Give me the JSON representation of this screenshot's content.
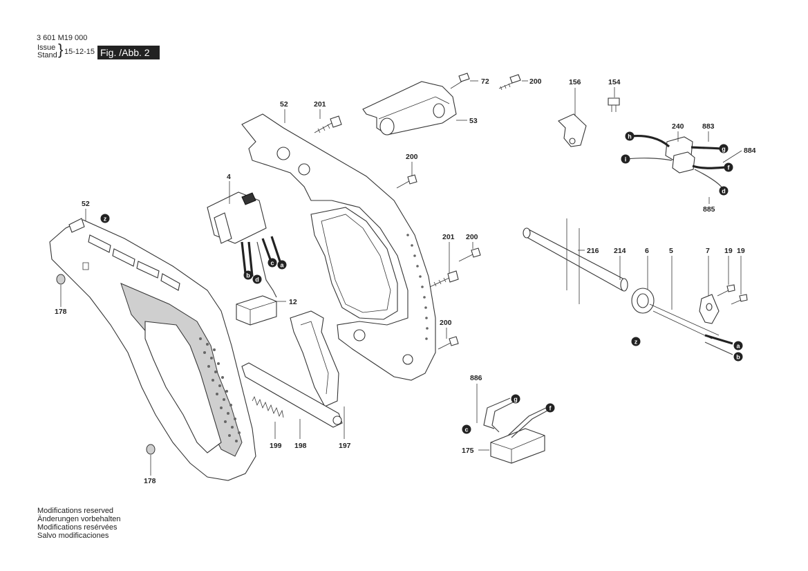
{
  "header": {
    "doc_number": "3 601 M19 000",
    "issue_label": "Issue",
    "stand_label": "Stand",
    "date": "15-12-15",
    "figure": "Fig. /Abb. 2"
  },
  "footer": [
    "Modifications reserved",
    "Änderungen vorbehalten",
    "Modifications resérvées",
    "Salvo modificaciones"
  ],
  "labels": {
    "p72": "72",
    "p200_top": "200",
    "p53": "53",
    "p52_top": "52",
    "p201_top": "201",
    "p200_mid": "200",
    "p4": "4",
    "p52_left": "52",
    "p178_upper": "178",
    "p12": "12",
    "p178_lower": "178",
    "p199": "199",
    "p198": "198",
    "p197": "197",
    "p201_right": "201",
    "p200_right": "200",
    "p200_low": "200",
    "p156": "156",
    "p154": "154",
    "p240": "240",
    "p883": "883",
    "p884": "884",
    "p885": "885",
    "p216": "216",
    "p214": "214",
    "p6": "6",
    "p5": "5",
    "p7": "7",
    "p19a": "19",
    "p19b": "19",
    "p886": "886",
    "p175": "175"
  },
  "connectors": {
    "z1": "z",
    "b1": "b",
    "d1": "d",
    "c1": "c",
    "a1": "a",
    "h": "h",
    "g1": "g",
    "i": "i",
    "f1": "f",
    "d2": "d",
    "z2": "z",
    "a2": "a",
    "b2": "b",
    "g2": "g",
    "f2": "f",
    "c2": "c"
  }
}
